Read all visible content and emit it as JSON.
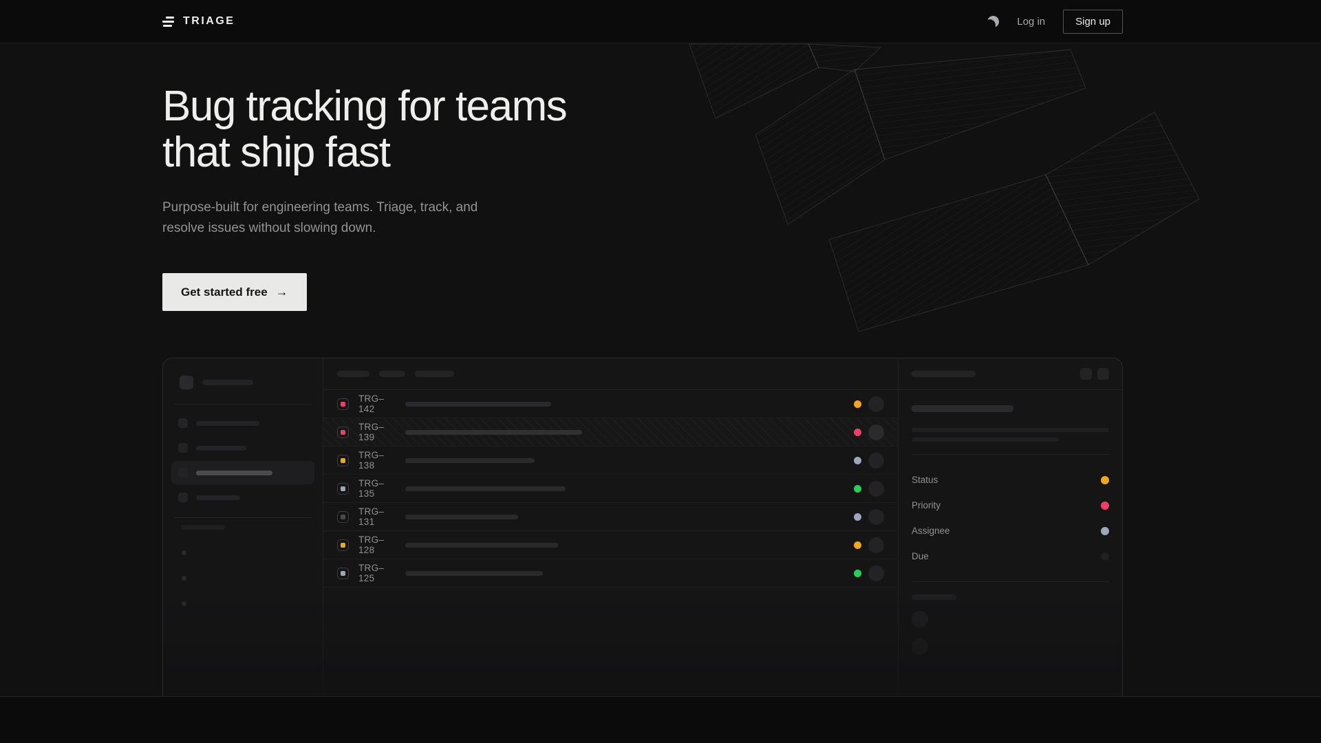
{
  "nav": {
    "brand": "TRIAGE",
    "theme_icon": "moon",
    "log_in": "Log in",
    "sign_up": "Sign up"
  },
  "hero": {
    "title_line1": "Bug tracking for teams",
    "title_line2": "that ship fast",
    "subtitle_line1": "Purpose-built for engineering teams. Triage, track, and",
    "subtitle_line2": "resolve issues without slowing down.",
    "cta_label": "Get started free",
    "cta_icon": "arrow-right",
    "cta_arrow": "→"
  },
  "colors": {
    "amber": "#F2A71B",
    "pink": "#F23E63",
    "slate": "#9AA8BD",
    "green": "#22D455",
    "muted_dot": "#202023",
    "dark_icon": "#4A4A4E",
    "cta_bg": "#E9E9E7",
    "page_bg": "#111112"
  },
  "mockup": {
    "issues": [
      {
        "id": "TRG–142",
        "icon_color": "#F23E63",
        "status_color": "#F2A71B"
      },
      {
        "id": "TRG–139",
        "icon_color": "#F23E63",
        "status_color": "#F23E63"
      },
      {
        "id": "TRG–138",
        "icon_color": "#F2A71B",
        "status_color": "#9AA8BD"
      },
      {
        "id": "TRG–135",
        "icon_color": "#9AA8BD",
        "status_color": "#22D455"
      },
      {
        "id": "TRG–131",
        "icon_color": "#4A4A4E",
        "status_color": "#9AA8BD"
      },
      {
        "id": "TRG–128",
        "icon_color": "#F2A71B",
        "status_color": "#F2A71B"
      },
      {
        "id": "TRG–125",
        "icon_color": "#9AA8BD",
        "status_color": "#22D455"
      }
    ],
    "properties": [
      {
        "label": "Status",
        "color": "#F2A71B"
      },
      {
        "label": "Priority",
        "color": "#F23E63"
      },
      {
        "label": "Assignee",
        "color": "#9AA8BD"
      },
      {
        "label": "Due",
        "color": "#202023"
      }
    ]
  }
}
